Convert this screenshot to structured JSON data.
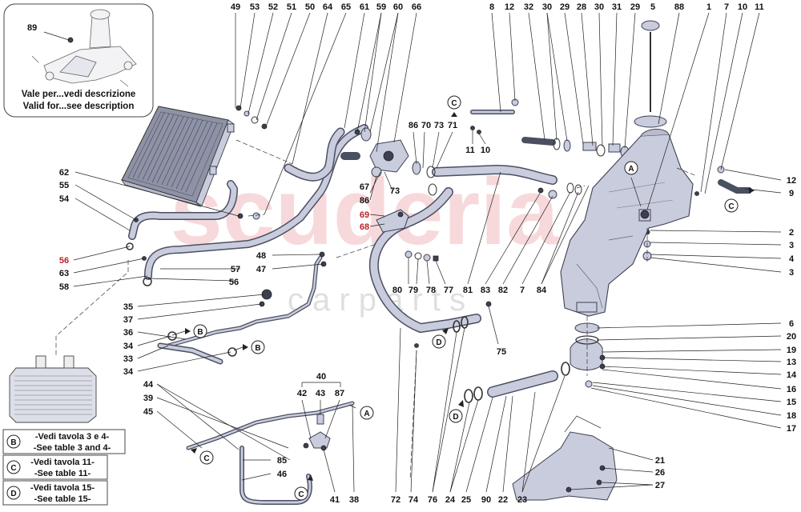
{
  "inset": {
    "part_number": "89",
    "caption_line1": "Vale per...vedi descrizione",
    "caption_line2": "Valid for...see description"
  },
  "watermark": {
    "brand": "scuderia",
    "sub": "c a r p a r t s"
  },
  "legend": [
    {
      "letter": "B",
      "line1": "-Vedi tavola 3 e 4-",
      "line2": "-See table 3 and 4-"
    },
    {
      "letter": "C",
      "line1": "-Vedi tavola 11-",
      "line2": "-See table 11-"
    },
    {
      "letter": "D",
      "line1": "-Vedi tavola 15-",
      "line2": "-See table 15-"
    }
  ],
  "connectors": {
    "a": "A",
    "b": "B",
    "c": "C",
    "d": "D"
  },
  "callouts": {
    "top": [
      "49",
      "53",
      "52",
      "51",
      "50",
      "64",
      "65",
      "61",
      "59",
      "60",
      "66",
      "8",
      "12",
      "32",
      "30",
      "29",
      "28",
      "30",
      "31",
      "29",
      "5",
      "88",
      "1",
      "7",
      "10",
      "11"
    ],
    "left": [
      "62",
      "55",
      "54",
      "56",
      "63",
      "58",
      "35",
      "37",
      "36",
      "34",
      "33",
      "34",
      "44",
      "39",
      "45"
    ],
    "right": [
      "12",
      "9",
      "2",
      "3",
      "4",
      "3",
      "6",
      "20",
      "19",
      "13",
      "14",
      "16",
      "15",
      "18",
      "17",
      "21",
      "26",
      "27"
    ],
    "bottom": [
      "41",
      "38",
      "72",
      "74",
      "76",
      "24",
      "25",
      "90",
      "22",
      "23"
    ],
    "middle": {
      "n86a": "86",
      "n70": "70",
      "n73a": "73",
      "n71": "71",
      "n11": "11",
      "n10": "10",
      "n67": "67",
      "n86b": "86",
      "n73b": "73",
      "n69": "69",
      "n68": "68",
      "n57": "57",
      "n56": "56",
      "n48": "48",
      "n47": "47",
      "n80": "80",
      "n79": "79",
      "n78": "78",
      "n77": "77",
      "n81": "81",
      "n83": "83",
      "n82": "82",
      "n7": "7",
      "n84": "84",
      "n75": "75",
      "n40": "40",
      "n42": "42",
      "n43": "43",
      "n87": "87",
      "n85": "85",
      "n46": "46",
      "n56r": "56"
    }
  }
}
